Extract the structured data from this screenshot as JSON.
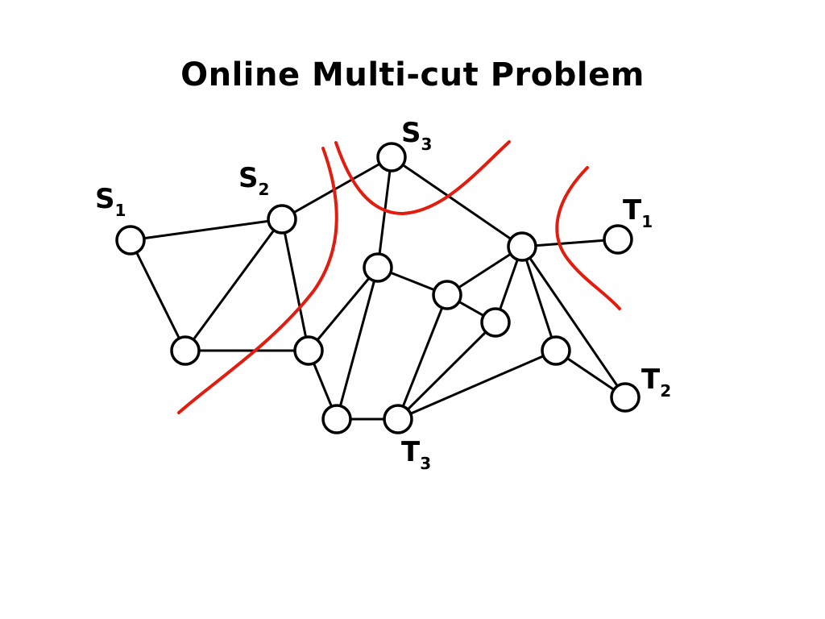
{
  "title": "Online Multi-cut Problem",
  "labels": [
    {
      "id": "s1",
      "main": "S",
      "sub": "1"
    },
    {
      "id": "s2",
      "main": "S",
      "sub": "2"
    },
    {
      "id": "s3",
      "main": "S",
      "sub": "3"
    },
    {
      "id": "t1",
      "main": "T",
      "sub": "1"
    },
    {
      "id": "t2",
      "main": "T",
      "sub": "2"
    },
    {
      "id": "t3",
      "main": "T",
      "sub": "3"
    }
  ],
  "colors": {
    "edge": "#000000",
    "node_fill": "#ffffff",
    "cut": "#e21c0e"
  }
}
